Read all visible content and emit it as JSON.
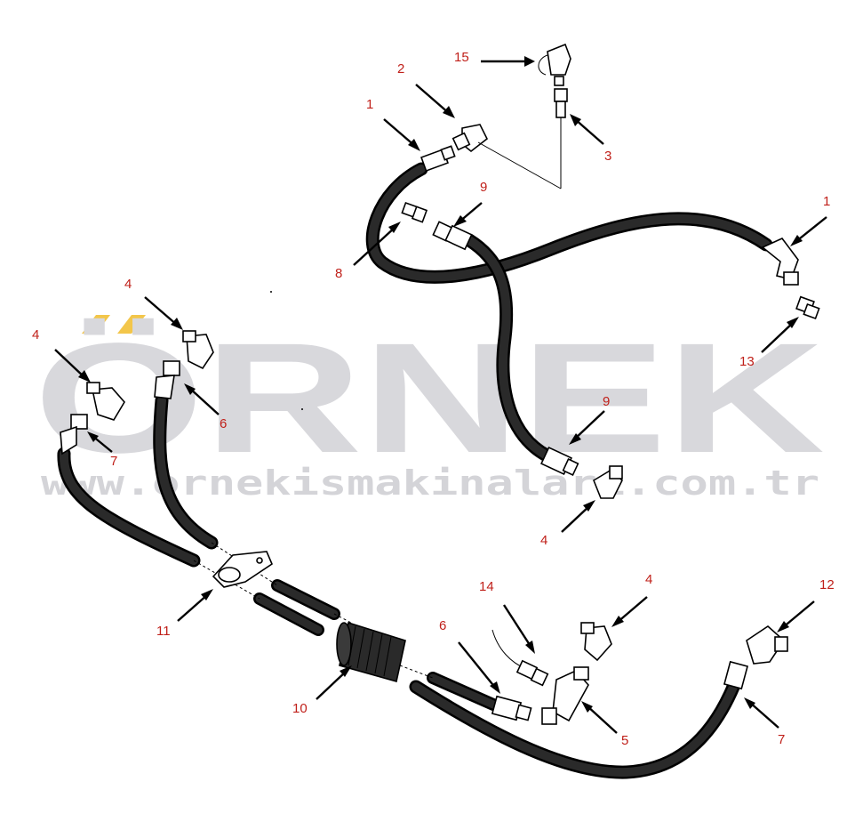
{
  "watermark": {
    "brand": "ÖRNEK",
    "url": "www.ornekismakinalari.com.tr",
    "accent_color": "#f3c64a"
  },
  "colors": {
    "callout": "#c0201a",
    "hose": "#1a1a1a",
    "arrow": "#000000"
  },
  "callouts": [
    {
      "id": "c1a",
      "text": "1"
    },
    {
      "id": "c2",
      "text": "2"
    },
    {
      "id": "c15",
      "text": "15"
    },
    {
      "id": "c3",
      "text": "3"
    },
    {
      "id": "c9a",
      "text": "9"
    },
    {
      "id": "c8",
      "text": "8"
    },
    {
      "id": "c1b",
      "text": "1"
    },
    {
      "id": "c13",
      "text": "13"
    },
    {
      "id": "c4a",
      "text": "4"
    },
    {
      "id": "c4b",
      "text": "4"
    },
    {
      "id": "c6a",
      "text": "6"
    },
    {
      "id": "c7a",
      "text": "7"
    },
    {
      "id": "c9b",
      "text": "9"
    },
    {
      "id": "c4c",
      "text": "4"
    },
    {
      "id": "c11",
      "text": "11"
    },
    {
      "id": "c14",
      "text": "14"
    },
    {
      "id": "c4d",
      "text": "4"
    },
    {
      "id": "c12",
      "text": "12"
    },
    {
      "id": "c6b",
      "text": "6"
    },
    {
      "id": "c10",
      "text": "10"
    },
    {
      "id": "c5",
      "text": "5"
    },
    {
      "id": "c7b",
      "text": "7"
    }
  ]
}
